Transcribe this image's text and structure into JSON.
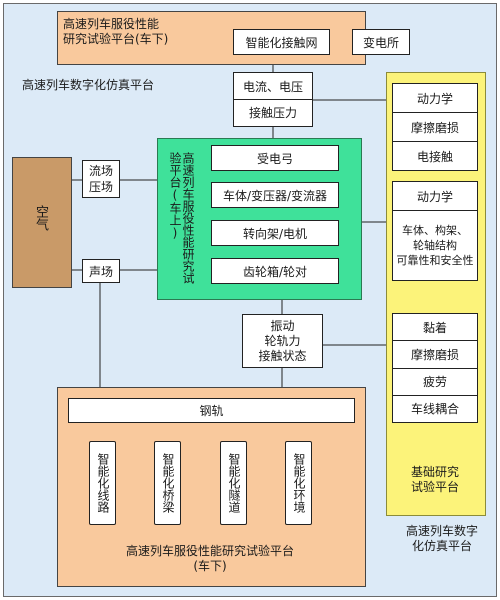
{
  "top_platform": {
    "title": "高速列车服役性能\n研究试验平台(车下)",
    "smart_network": "智能化接触网",
    "substation": "变电所"
  },
  "left_sim_label": "高速列车数字化仿真平台",
  "current_box": {
    "line1": "电流、电压",
    "line2": "接触压力"
  },
  "air": "空气",
  "flow_field": "流场\n压场",
  "sound_field": "声场",
  "green_platform": {
    "title": "高速列车服役性能研究试验平台(车上)",
    "items": [
      "受电弓",
      "车体/变压器/变流器",
      "转向架/电机",
      "齿轮箱/轮对"
    ]
  },
  "vibration_box": "振动\n轮轨力\n接触状态",
  "bottom_platform": {
    "rail": "钢轨",
    "items": [
      "智能化线路",
      "智能化桥梁",
      "智能化隧道",
      "智能化环境"
    ],
    "title": "高速列车服役性能研究试验平台\n(车下)"
  },
  "yellow_platform": {
    "group1": [
      "动力学",
      "摩擦磨损",
      "电接触"
    ],
    "group2": {
      "title": "动力学",
      "body": "车体、构架、\n轮轴结构\n可靠性和安全性"
    },
    "group3": [
      "黏着",
      "摩擦磨损",
      "疲劳",
      "车线耦合"
    ],
    "title": "基础研究\n试验平台"
  },
  "bottom_right_label": "高速列车数字\n化仿真平台"
}
